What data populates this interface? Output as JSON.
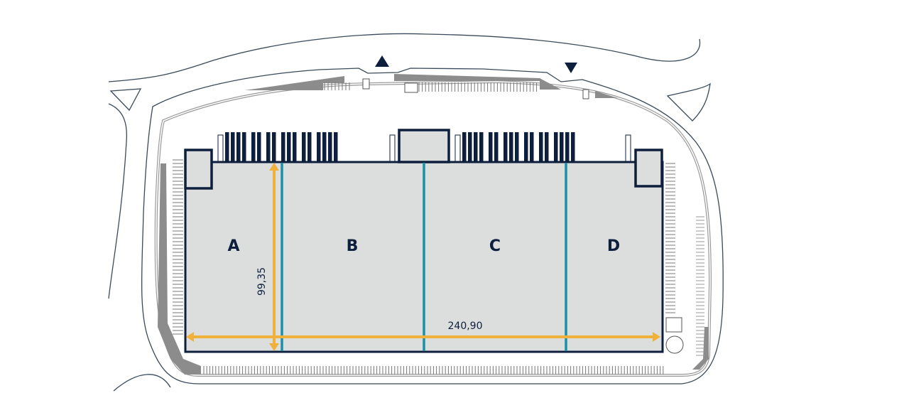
{
  "plan": {
    "units": [
      {
        "label": "A"
      },
      {
        "label": "B"
      },
      {
        "label": "C"
      },
      {
        "label": "D"
      }
    ],
    "dimensions": {
      "length": "240,90",
      "width": "99,35"
    },
    "access": {
      "entrance_arrow": "triangle-up",
      "exit_arrow": "triangle-down"
    }
  },
  "colors": {
    "building_outline": "#0d1f3c",
    "building_fill": "#dcdddd",
    "unit_divider": "#1a8fa8",
    "dimension_arrow": "#f0b13a",
    "paving": "#8c8c8c"
  }
}
